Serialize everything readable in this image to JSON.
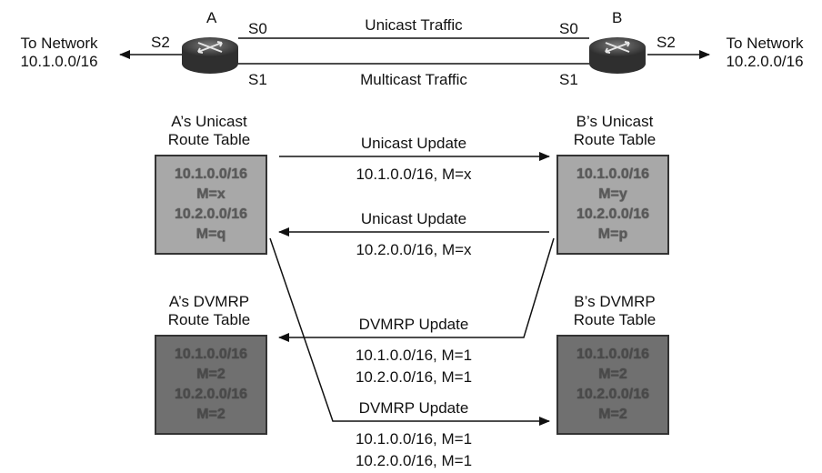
{
  "routers": {
    "a": {
      "name": "A",
      "s0": "S0",
      "s1": "S1",
      "s2": "S2"
    },
    "b": {
      "name": "B",
      "s0": "S0",
      "s1": "S1",
      "s2": "S2"
    }
  },
  "links": {
    "unicast": "Unicast Traffic",
    "multicast": "Multicast Traffic"
  },
  "networks": {
    "left": {
      "line1": "To Network",
      "line2": "10.1.0.0/16"
    },
    "right": {
      "line1": "To Network",
      "line2": "10.2.0.0/16"
    }
  },
  "tables": {
    "a_unicast": {
      "title1": "A’s Unicast",
      "title2": "Route Table",
      "rows": [
        "10.1.0.0/16",
        "M=x",
        "10.2.0.0/16",
        "M=q"
      ]
    },
    "b_unicast": {
      "title1": "B’s Unicast",
      "title2": "Route Table",
      "rows": [
        "10.1.0.0/16",
        "M=y",
        "10.2.0.0/16",
        "M=p"
      ]
    },
    "a_dvmrp": {
      "title1": "A’s DVMRP",
      "title2": "Route Table",
      "rows": [
        "10.1.0.0/16",
        "M=2",
        "10.2.0.0/16",
        "M=2"
      ]
    },
    "b_dvmrp": {
      "title1": "B’s DVMRP",
      "title2": "Route Table",
      "rows": [
        "10.1.0.0/16",
        "M=2",
        "10.2.0.0/16",
        "M=2"
      ]
    }
  },
  "updates": {
    "unicast_ab": {
      "title": "Unicast Update",
      "lines": [
        "10.1.0.0/16, M=x"
      ]
    },
    "unicast_ba": {
      "title": "Unicast Update",
      "lines": [
        "10.2.0.0/16, M=x"
      ]
    },
    "dvmrp_ba": {
      "title": "DVMRP Update",
      "lines": [
        "10.1.0.0/16, M=1",
        "10.2.0.0/16, M=1"
      ]
    },
    "dvmrp_ab": {
      "title": "DVMRP Update",
      "lines": [
        "10.1.0.0/16, M=1",
        "10.2.0.0/16, M=1"
      ]
    }
  },
  "colors": {
    "line": "#111111",
    "table_light": "#a8a8a8",
    "table_dark": "#707070"
  }
}
